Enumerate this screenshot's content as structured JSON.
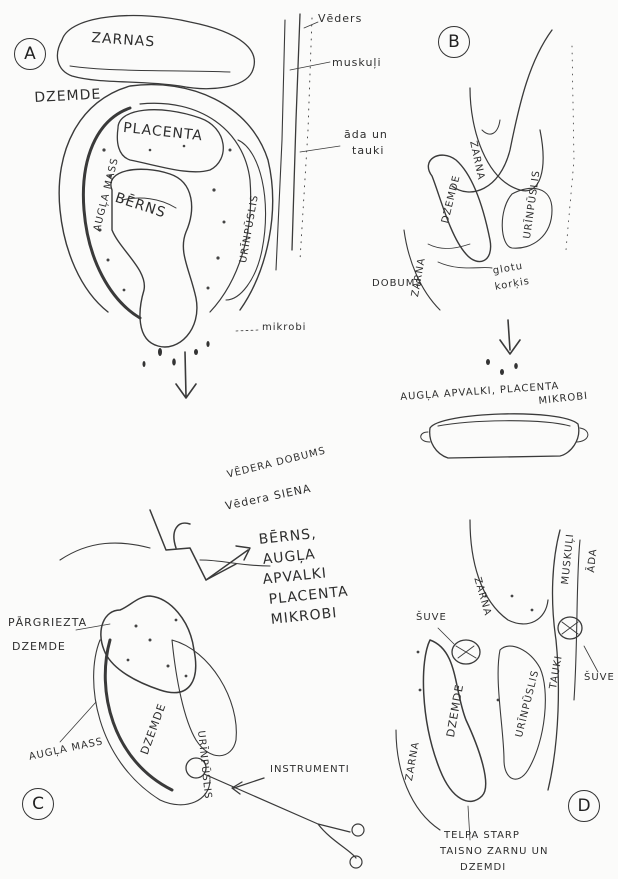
{
  "panel_a": {
    "letter": "A",
    "zarnas": "ZARNAS",
    "dzemde": "DZEMDE",
    "placenta": "PLACENTA",
    "augla_mass": "AUGĻA MASS",
    "berns": "BĒRNS",
    "urinpulsis": "URĪNPŪSLIS",
    "vederis": "Vēders",
    "muskuli": "muskuļi",
    "ada_un_tauki": [
      "āda un",
      "tauki"
    ],
    "mikrobi": "mikrobi"
  },
  "panel_b": {
    "letter": "B",
    "zarna_top": "ZARNA",
    "dzemde": "DZEMDE",
    "zarna_left": "ZARNA",
    "urinpulsis": "URĪNPŪSLIS",
    "dobums": "DOBUMS",
    "globa_korkis": [
      "glotu",
      "korķis"
    ],
    "outflow": [
      "AUGĻA APVALKI, PLACENTA",
      "MIKROBI"
    ]
  },
  "panel_c": {
    "letter": "C",
    "vedera_dobums": "VĒDERA DOBUMS",
    "vedera_siena": "Vēdera SIENA",
    "outflow": [
      "BĒRNS,",
      "AUGĻA",
      "APVALKI",
      "PLACENTA",
      "MIKROBI"
    ],
    "pargriezta_dzemde": [
      "PĀRGRIEZTA",
      "DZEMDE"
    ],
    "augla_mass": "AUGĻA MASS",
    "dzemde": "DZEMDE",
    "urinpulsis": "URĪNPŪSLIS",
    "instrumenti": "INSTRUMENTI"
  },
  "panel_d": {
    "letter": "D",
    "muskuli": "MUSKUĻI",
    "ada": "ĀDA",
    "suve_left": "ŠUVE",
    "suve_right": "ŠUVE",
    "zarna": "ZARNA",
    "dzemde": "DZEMDE",
    "urinpulsis": "URĪNPŪSLIS",
    "tauki": "TAUKI",
    "zarna_bottom": "ZARNA",
    "caption": [
      "TELPA STARP",
      "TAISNO ZARNU UN",
      "DZEMDI"
    ]
  }
}
